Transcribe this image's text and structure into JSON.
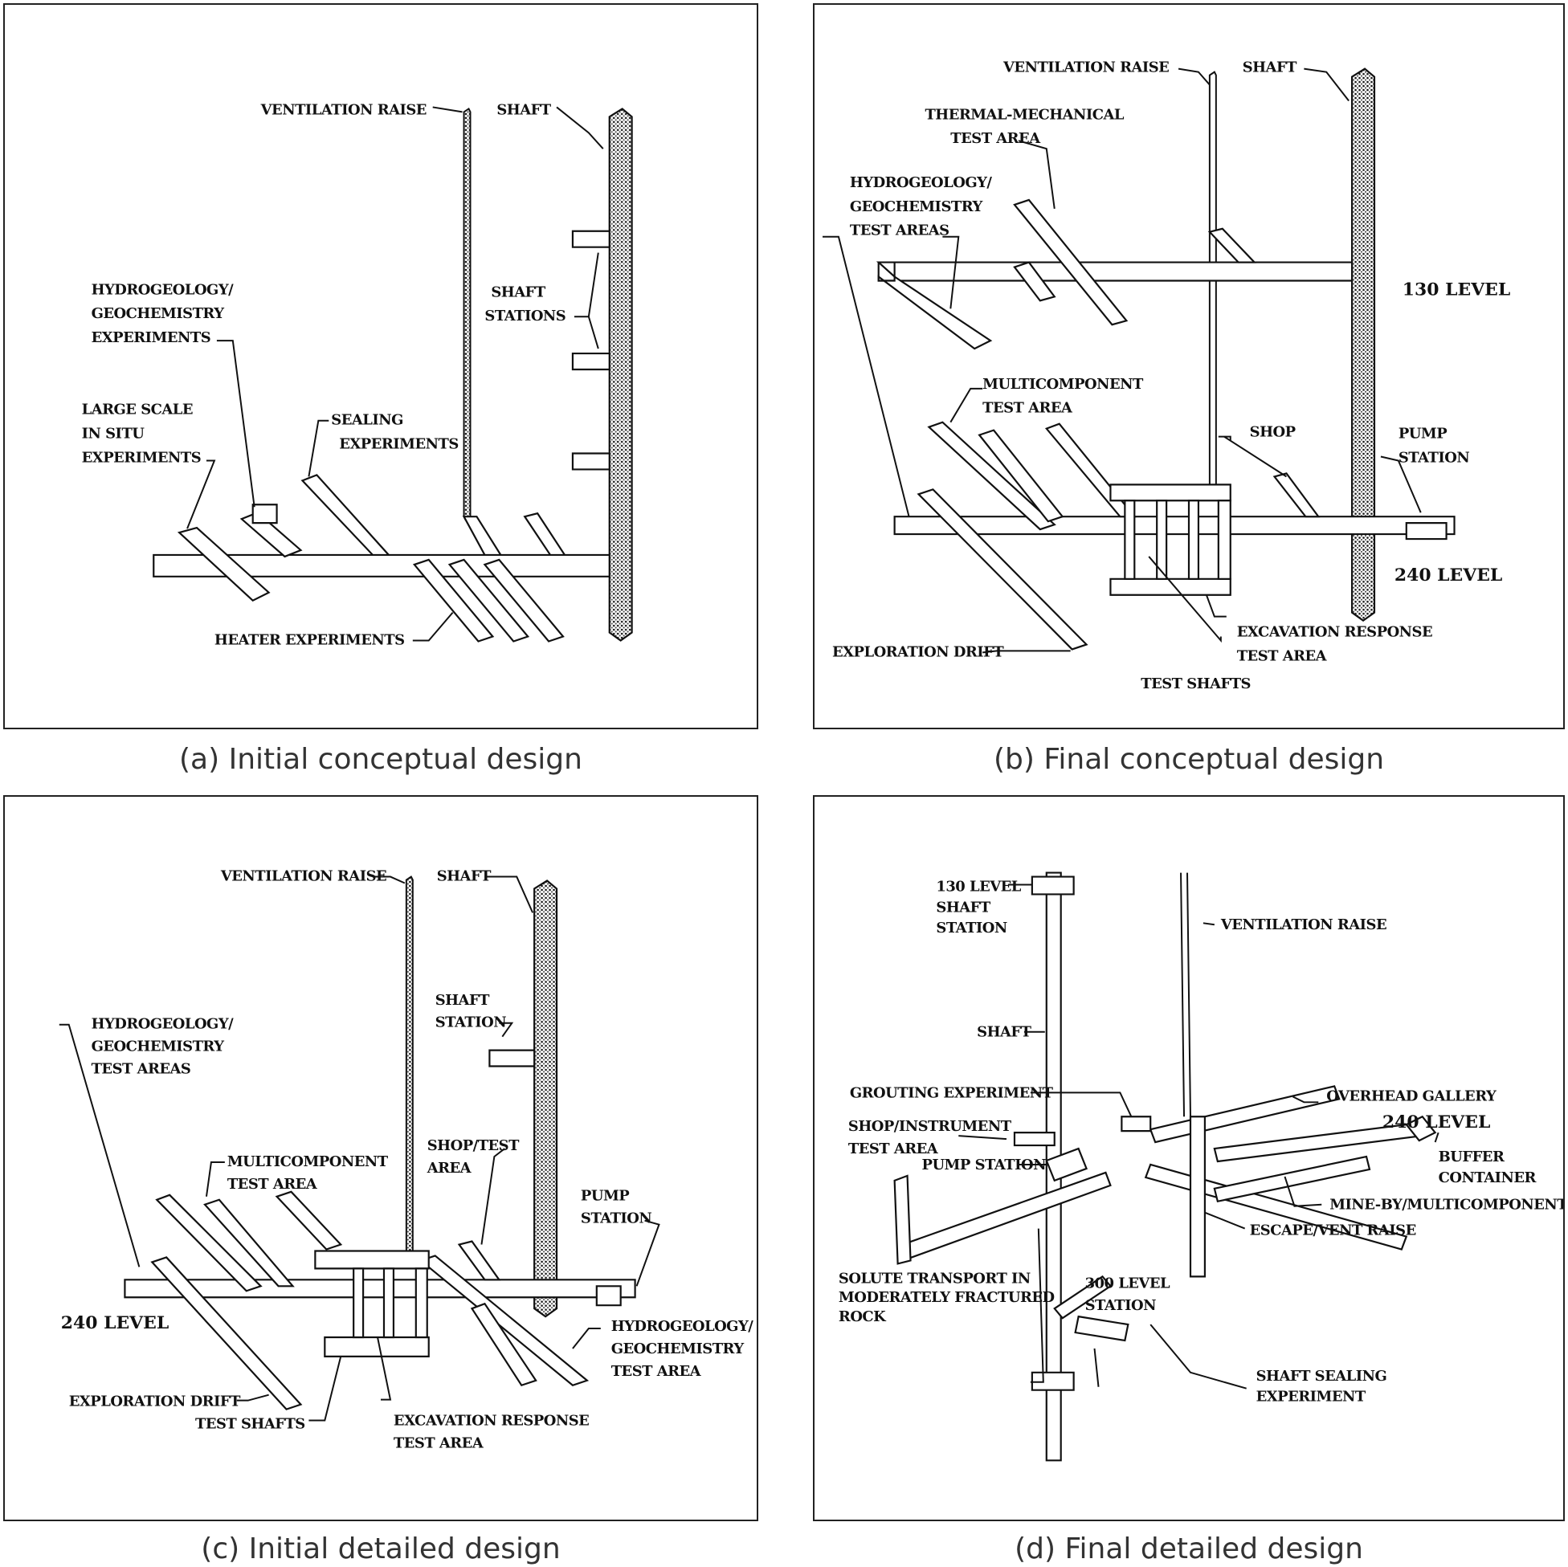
{
  "panels": [
    {
      "caption": "(a) Initial conceptual design",
      "labels": {
        "ventilation_raise": "VENTILATION RAISE",
        "shaft": "SHAFT",
        "shaft_stations_1": "SHAFT",
        "shaft_stations_2": "STATIONS",
        "hydro_1": "HYDROGEOLOGY/",
        "hydro_2": "GEOCHEMISTRY",
        "hydro_3": "EXPERIMENTS",
        "large_1": "LARGE SCALE",
        "large_2": "IN SITU",
        "large_3": "EXPERIMENTS",
        "sealing_1": "SEALING",
        "sealing_2": "EXPERIMENTS",
        "heater": "HEATER EXPERIMENTS"
      }
    },
    {
      "caption": "(b) Final conceptual design",
      "labels": {
        "ventilation_raise": "VENTILATION RAISE",
        "shaft": "SHAFT",
        "thermal_1": "THERMAL-MECHANICAL",
        "thermal_2": "TEST AREA",
        "hydro_1": "HYDROGEOLOGY/",
        "hydro_2": "GEOCHEMISTRY",
        "hydro_3": "TEST AREAS",
        "level_130": "130 LEVEL",
        "multi_1": "MULTICOMPONENT",
        "multi_2": "TEST AREA",
        "shop": "SHOP",
        "pump_1": "PUMP",
        "pump_2": "STATION",
        "level_240": "240 LEVEL",
        "excav_1": "EXCAVATION RESPONSE",
        "excav_2": "TEST AREA",
        "exploration": "EXPLORATION DRIFT",
        "test_shafts": "TEST SHAFTS"
      }
    },
    {
      "caption": "(c) Initial detailed design",
      "labels": {
        "ventilation_raise": "VENTILATION RAISE",
        "shaft": "SHAFT",
        "shaft_station_1": "SHAFT",
        "shaft_station_2": "STATION",
        "hydro_1": "HYDROGEOLOGY/",
        "hydro_2": "GEOCHEMISTRY",
        "hydro_3": "TEST AREAS",
        "multi_1": "MULTICOMPONENT",
        "multi_2": "TEST AREA",
        "shop_1": "SHOP/TEST",
        "shop_2": "AREA",
        "pump_1": "PUMP",
        "pump_2": "STATION",
        "level_240": "240 LEVEL",
        "hydro2_1": "HYDROGEOLOGY/",
        "hydro2_2": "GEOCHEMISTRY",
        "hydro2_3": "TEST AREA",
        "exploration": "EXPLORATION DRIFT",
        "excav_1": "EXCAVATION RESPONSE",
        "excav_2": "TEST AREA",
        "test_shafts": "TEST SHAFTS"
      }
    },
    {
      "caption": "(d) Final detailed design",
      "labels": {
        "st130_1": "130 LEVEL",
        "st130_2": "SHAFT",
        "st130_3": "STATION",
        "ventilation_raise": "VENTILATION RAISE",
        "shaft": "SHAFT",
        "grouting": "GROUTING EXPERIMENT",
        "overhead": "OVERHEAD GALLERY",
        "shop_1": "SHOP/INSTRUMENT",
        "shop_2": "TEST AREA",
        "level_240": "240 LEVEL",
        "buffer_1": "BUFFER",
        "buffer_2": "CONTAINER",
        "pump": "PUMP STATION",
        "mineby": "MINE-BY/MULTICOMPONENT",
        "escape": "ESCAPE/VENT RAISE",
        "solute_1": "SOLUTE TRANSPORT IN",
        "solute_2": "MODERATELY FRACTURED",
        "solute_3": "ROCK",
        "st300_1": "300 LEVEL",
        "st300_2": "STATION",
        "sealing_1": "SHAFT SEALING",
        "sealing_2": "EXPERIMENT"
      }
    }
  ]
}
